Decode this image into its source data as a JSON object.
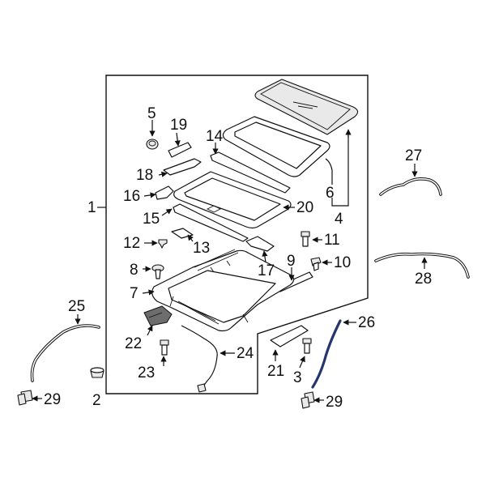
{
  "callouts": [
    "1",
    "2",
    "3",
    "4",
    "5",
    "6",
    "7",
    "8",
    "9",
    "10",
    "11",
    "12",
    "13",
    "14",
    "15",
    "16",
    "17",
    "18",
    "19",
    "20",
    "21",
    "22",
    "23",
    "24",
    "25",
    "26",
    "27",
    "28",
    "29",
    "29"
  ],
  "colors": {
    "line": "#111111",
    "highlight": "#24366b",
    "fill": "#e9e9e9"
  },
  "highlighted_part": "26"
}
